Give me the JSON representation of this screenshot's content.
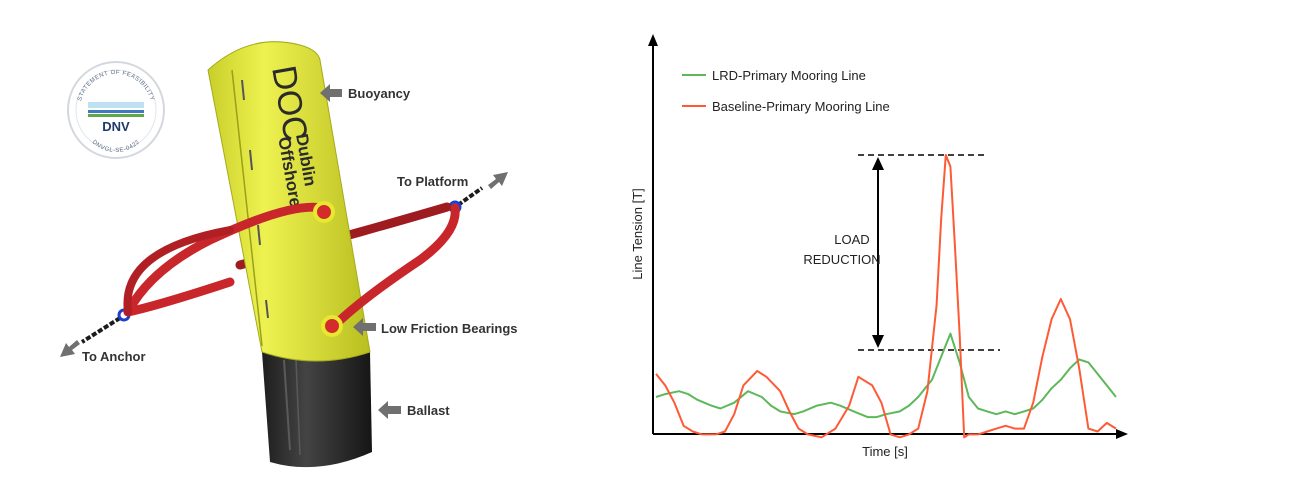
{
  "certification": {
    "ring_text": "STATEMENT OF FEASIBILITY",
    "brand": "DNV",
    "code": "DNVGL-SE-0422"
  },
  "product": {
    "logo_letters": "DOC",
    "logo_line1": "Dublin",
    "logo_line2": "Offshore"
  },
  "labels": {
    "buoyancy": "Buoyancy",
    "to_platform": "To Platform",
    "low_friction": "Low Friction Bearings",
    "to_anchor": "To Anchor",
    "ballast": "Ballast"
  },
  "colors": {
    "buoy_yellow": "#e6ec3a",
    "ballast_black": "#2a2a2a",
    "link_red": "#c8262a",
    "lrd_green": "#5db85a",
    "baseline_red": "#ff5a36",
    "arrow_gray": "#707070"
  },
  "chart_data": {
    "type": "line",
    "xlabel": "Time [s]",
    "ylabel": "Line Tension [T]",
    "annotation": [
      "LOAD",
      "REDUCTION"
    ],
    "legend_position": "top-left",
    "axis_ticks": "none",
    "series": [
      {
        "name": "LRD-Primary Mooring Line",
        "color": "#5db85a",
        "x": [
          0,
          2,
          5,
          7,
          9,
          12,
          14,
          17,
          20,
          23,
          25,
          27,
          30,
          32,
          35,
          38,
          40,
          43,
          46,
          48,
          50,
          53,
          55,
          57,
          60,
          62,
          64,
          66,
          68,
          70,
          72,
          74,
          76,
          78,
          80,
          82,
          84,
          86,
          88,
          90,
          92,
          94,
          96,
          98,
          100
        ],
        "y": [
          8,
          9,
          10,
          9,
          7,
          5,
          4,
          6,
          10,
          8,
          5,
          3,
          2,
          3,
          5,
          6,
          5,
          3,
          1,
          1,
          2,
          3,
          5,
          8,
          14,
          22,
          30,
          20,
          8,
          4,
          3,
          2,
          3,
          2,
          3,
          4,
          7,
          11,
          14,
          18,
          21,
          20,
          16,
          12,
          8
        ]
      },
      {
        "name": "Baseline-Primary Mooring Line",
        "color": "#ff5a36",
        "x": [
          0,
          2,
          4,
          6,
          8,
          10,
          13,
          15,
          17,
          19,
          22,
          24,
          27,
          29,
          31,
          33,
          36,
          39,
          42,
          44,
          47,
          49,
          51,
          53,
          55,
          57,
          59,
          61,
          62,
          63,
          64,
          65,
          66,
          67,
          68,
          70,
          72,
          74,
          76,
          78,
          80,
          82,
          84,
          86,
          88,
          90,
          92,
          94,
          96,
          98,
          100
        ],
        "y": [
          16,
          12,
          6,
          -2,
          -4,
          -5,
          -5,
          -4,
          2,
          12,
          17,
          15,
          10,
          3,
          -3,
          -5,
          -6,
          -3,
          5,
          15,
          12,
          6,
          -5,
          -6,
          -5,
          -3,
          10,
          40,
          70,
          92,
          88,
          60,
          30,
          -6,
          -5,
          -5,
          -4,
          -3,
          -2,
          -3,
          -3,
          6,
          22,
          35,
          42,
          35,
          18,
          -3,
          -4,
          -1,
          -3
        ]
      }
    ]
  }
}
